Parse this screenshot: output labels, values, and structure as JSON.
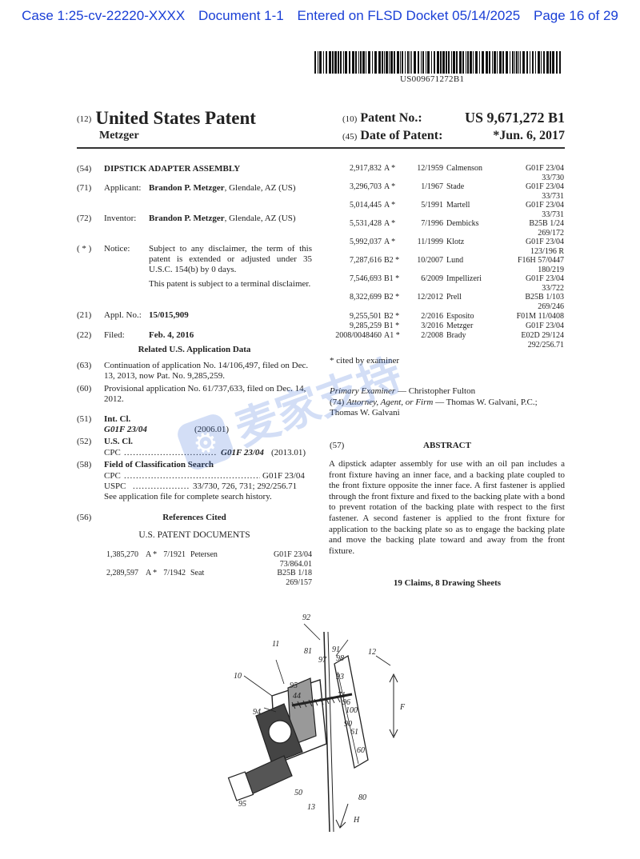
{
  "docket_header": {
    "case": "Case 1:25-cv-22220-XXXX",
    "document": "Document 1-1",
    "entered": "Entered on FLSD Docket 05/14/2025",
    "page": "Page 16 of 29"
  },
  "barcode": {
    "number": "US009671272B1"
  },
  "colors": {
    "docket_header": "#1a3fd6",
    "watermark": "#3a6fd8"
  },
  "header": {
    "type_code": "(12)",
    "type": "United States Patent",
    "inventor_surname": "Metzger",
    "patent_no_code": "(10)",
    "patent_no_label": "Patent No.:",
    "patent_no": "US 9,671,272 B1",
    "date_code": "(45)",
    "date_label": "Date of Patent:",
    "date": "*Jun. 6, 2017"
  },
  "fields": {
    "title": {
      "code": "(54)",
      "value": "DIPSTICK ADAPTER ASSEMBLY"
    },
    "applicant": {
      "code": "(71)",
      "label": "Applicant:",
      "name": "Brandon P. Metzger",
      "rest": ", Glendale, AZ (US)"
    },
    "inventor": {
      "code": "(72)",
      "label": "Inventor:",
      "name": "Brandon P. Metzger",
      "rest": ", Glendale, AZ (US)"
    },
    "notice": {
      "code": "( * )",
      "label": "Notice:",
      "text1": "Subject to any disclaimer, the term of this patent is extended or adjusted under 35 U.S.C. 154(b) by 0 days.",
      "text2": "This patent is subject to a terminal disclaimer."
    },
    "appl_no": {
      "code": "(21)",
      "label": "Appl. No.:",
      "value": "15/015,909"
    },
    "filed": {
      "code": "(22)",
      "label": "Filed:",
      "value": "Feb. 4, 2016"
    },
    "related_heading": "Related U.S. Application Data",
    "continuation": {
      "code": "(63)",
      "text": "Continuation of application No. 14/106,497, filed on Dec. 13, 2013, now Pat. No. 9,285,259."
    },
    "provisional": {
      "code": "(60)",
      "text": "Provisional application No. 61/737,633, filed on Dec. 14, 2012."
    },
    "int_cl": {
      "code": "(51)",
      "label": "Int. Cl.",
      "class": "G01F 23/04",
      "version": "(2006.01)"
    },
    "us_cl": {
      "code": "(52)",
      "label": "U.S. Cl.",
      "cpc_label": "CPC",
      "cpc_class": "G01F 23/04",
      "cpc_version": "(2013.01)"
    },
    "field_search": {
      "code": "(58)",
      "label": "Field of Classification Search",
      "cpc_label": "CPC",
      "cpc_value": "G01F 23/04",
      "uspc_label": "USPC",
      "uspc_value": "33/730, 726, 731; 292/256.71",
      "note": "See application file for complete search history."
    },
    "refs": {
      "code": "(56)",
      "label": "References Cited",
      "subheading": "U.S. PATENT DOCUMENTS"
    }
  },
  "left_refs": [
    {
      "num": "1,385,270",
      "kind": "A",
      "star": "*",
      "date": "7/1921",
      "name": "Petersen",
      "cls": "G01F 23/04",
      "cls2": "73/864.01"
    },
    {
      "num": "2,289,597",
      "kind": "A",
      "star": "*",
      "date": "7/1942",
      "name": "Seat",
      "cls": "B25B 1/18",
      "cls2": "269/157"
    }
  ],
  "right_refs": [
    {
      "num": "2,917,832",
      "kind": "A",
      "star": "*",
      "date": "12/1959",
      "name": "Calmenson",
      "cls": "G01F 23/04",
      "cls2": "33/730"
    },
    {
      "num": "3,296,703",
      "kind": "A",
      "star": "*",
      "date": "1/1967",
      "name": "Stade",
      "cls": "G01F 23/04",
      "cls2": "33/731"
    },
    {
      "num": "5,014,445",
      "kind": "A",
      "star": "*",
      "date": "5/1991",
      "name": "Martell",
      "cls": "G01F 23/04",
      "cls2": "33/731"
    },
    {
      "num": "5,531,428",
      "kind": "A",
      "star": "*",
      "date": "7/1996",
      "name": "Dembicks",
      "cls": "B25B 1/24",
      "cls2": "269/172"
    },
    {
      "num": "5,992,037",
      "kind": "A",
      "star": "*",
      "date": "11/1999",
      "name": "Klotz",
      "cls": "G01F 23/04",
      "cls2": "123/196 R"
    },
    {
      "num": "7,287,616",
      "kind": "B2",
      "star": "*",
      "date": "10/2007",
      "name": "Lund",
      "cls": "F16H 57/0447",
      "cls2": "180/219"
    },
    {
      "num": "7,546,693",
      "kind": "B1",
      "star": "*",
      "date": "6/2009",
      "name": "Impellizeri",
      "cls": "G01F 23/04",
      "cls2": "33/722"
    },
    {
      "num": "8,322,699",
      "kind": "B2",
      "star": "*",
      "date": "12/2012",
      "name": "Prell",
      "cls": "B25B 1/103",
      "cls2": "269/246"
    },
    {
      "num": "9,255,501",
      "kind": "B2",
      "star": "*",
      "date": "2/2016",
      "name": "Esposito",
      "cls": "F01M 11/0408",
      "cls2": ""
    },
    {
      "num": "9,285,259",
      "kind": "B1",
      "star": "*",
      "date": "3/2016",
      "name": "Metzger",
      "cls": "G01F 23/04",
      "cls2": ""
    },
    {
      "num": "2008/0048460",
      "kind": "A1",
      "star": "*",
      "date": "2/2008",
      "name": "Brady",
      "cls": "E02D 29/124",
      "cls2": "292/256.71"
    }
  ],
  "cited_note": "* cited by examiner",
  "examiner": {
    "label": "Primary Examiner",
    "name": "— Christopher Fulton"
  },
  "attorney": {
    "code": "(74)",
    "label": "Attorney, Agent, or Firm",
    "name": "— Thomas W. Galvani, P.C.; Thomas W. Galvani"
  },
  "abstract": {
    "code": "(57)",
    "heading": "ABSTRACT",
    "text": "A dipstick adapter assembly for use with an oil pan includes a front fixture having an inner face, and a backing plate coupled to the front fixture opposite the inner face. A first fastener is applied through the front fixture and fixed to the backing plate with a bond to prevent rotation of the backing plate with respect to the first fastener. A second fastener is applied to the front fixture for application to the backing plate so as to engage the backing plate and move the backing plate toward and away from the front fixture.",
    "claims": "19 Claims, 8 Drawing Sheets"
  },
  "drawing_labels": [
    "92",
    "11",
    "81",
    "91",
    "98",
    "97",
    "12",
    "10",
    "93",
    "95",
    "44",
    "71",
    "96",
    "100",
    "F",
    "94",
    "90",
    "61",
    "60",
    "95",
    "50",
    "13",
    "80",
    "H"
  ],
  "watermark": {
    "text": "麦家支持"
  }
}
